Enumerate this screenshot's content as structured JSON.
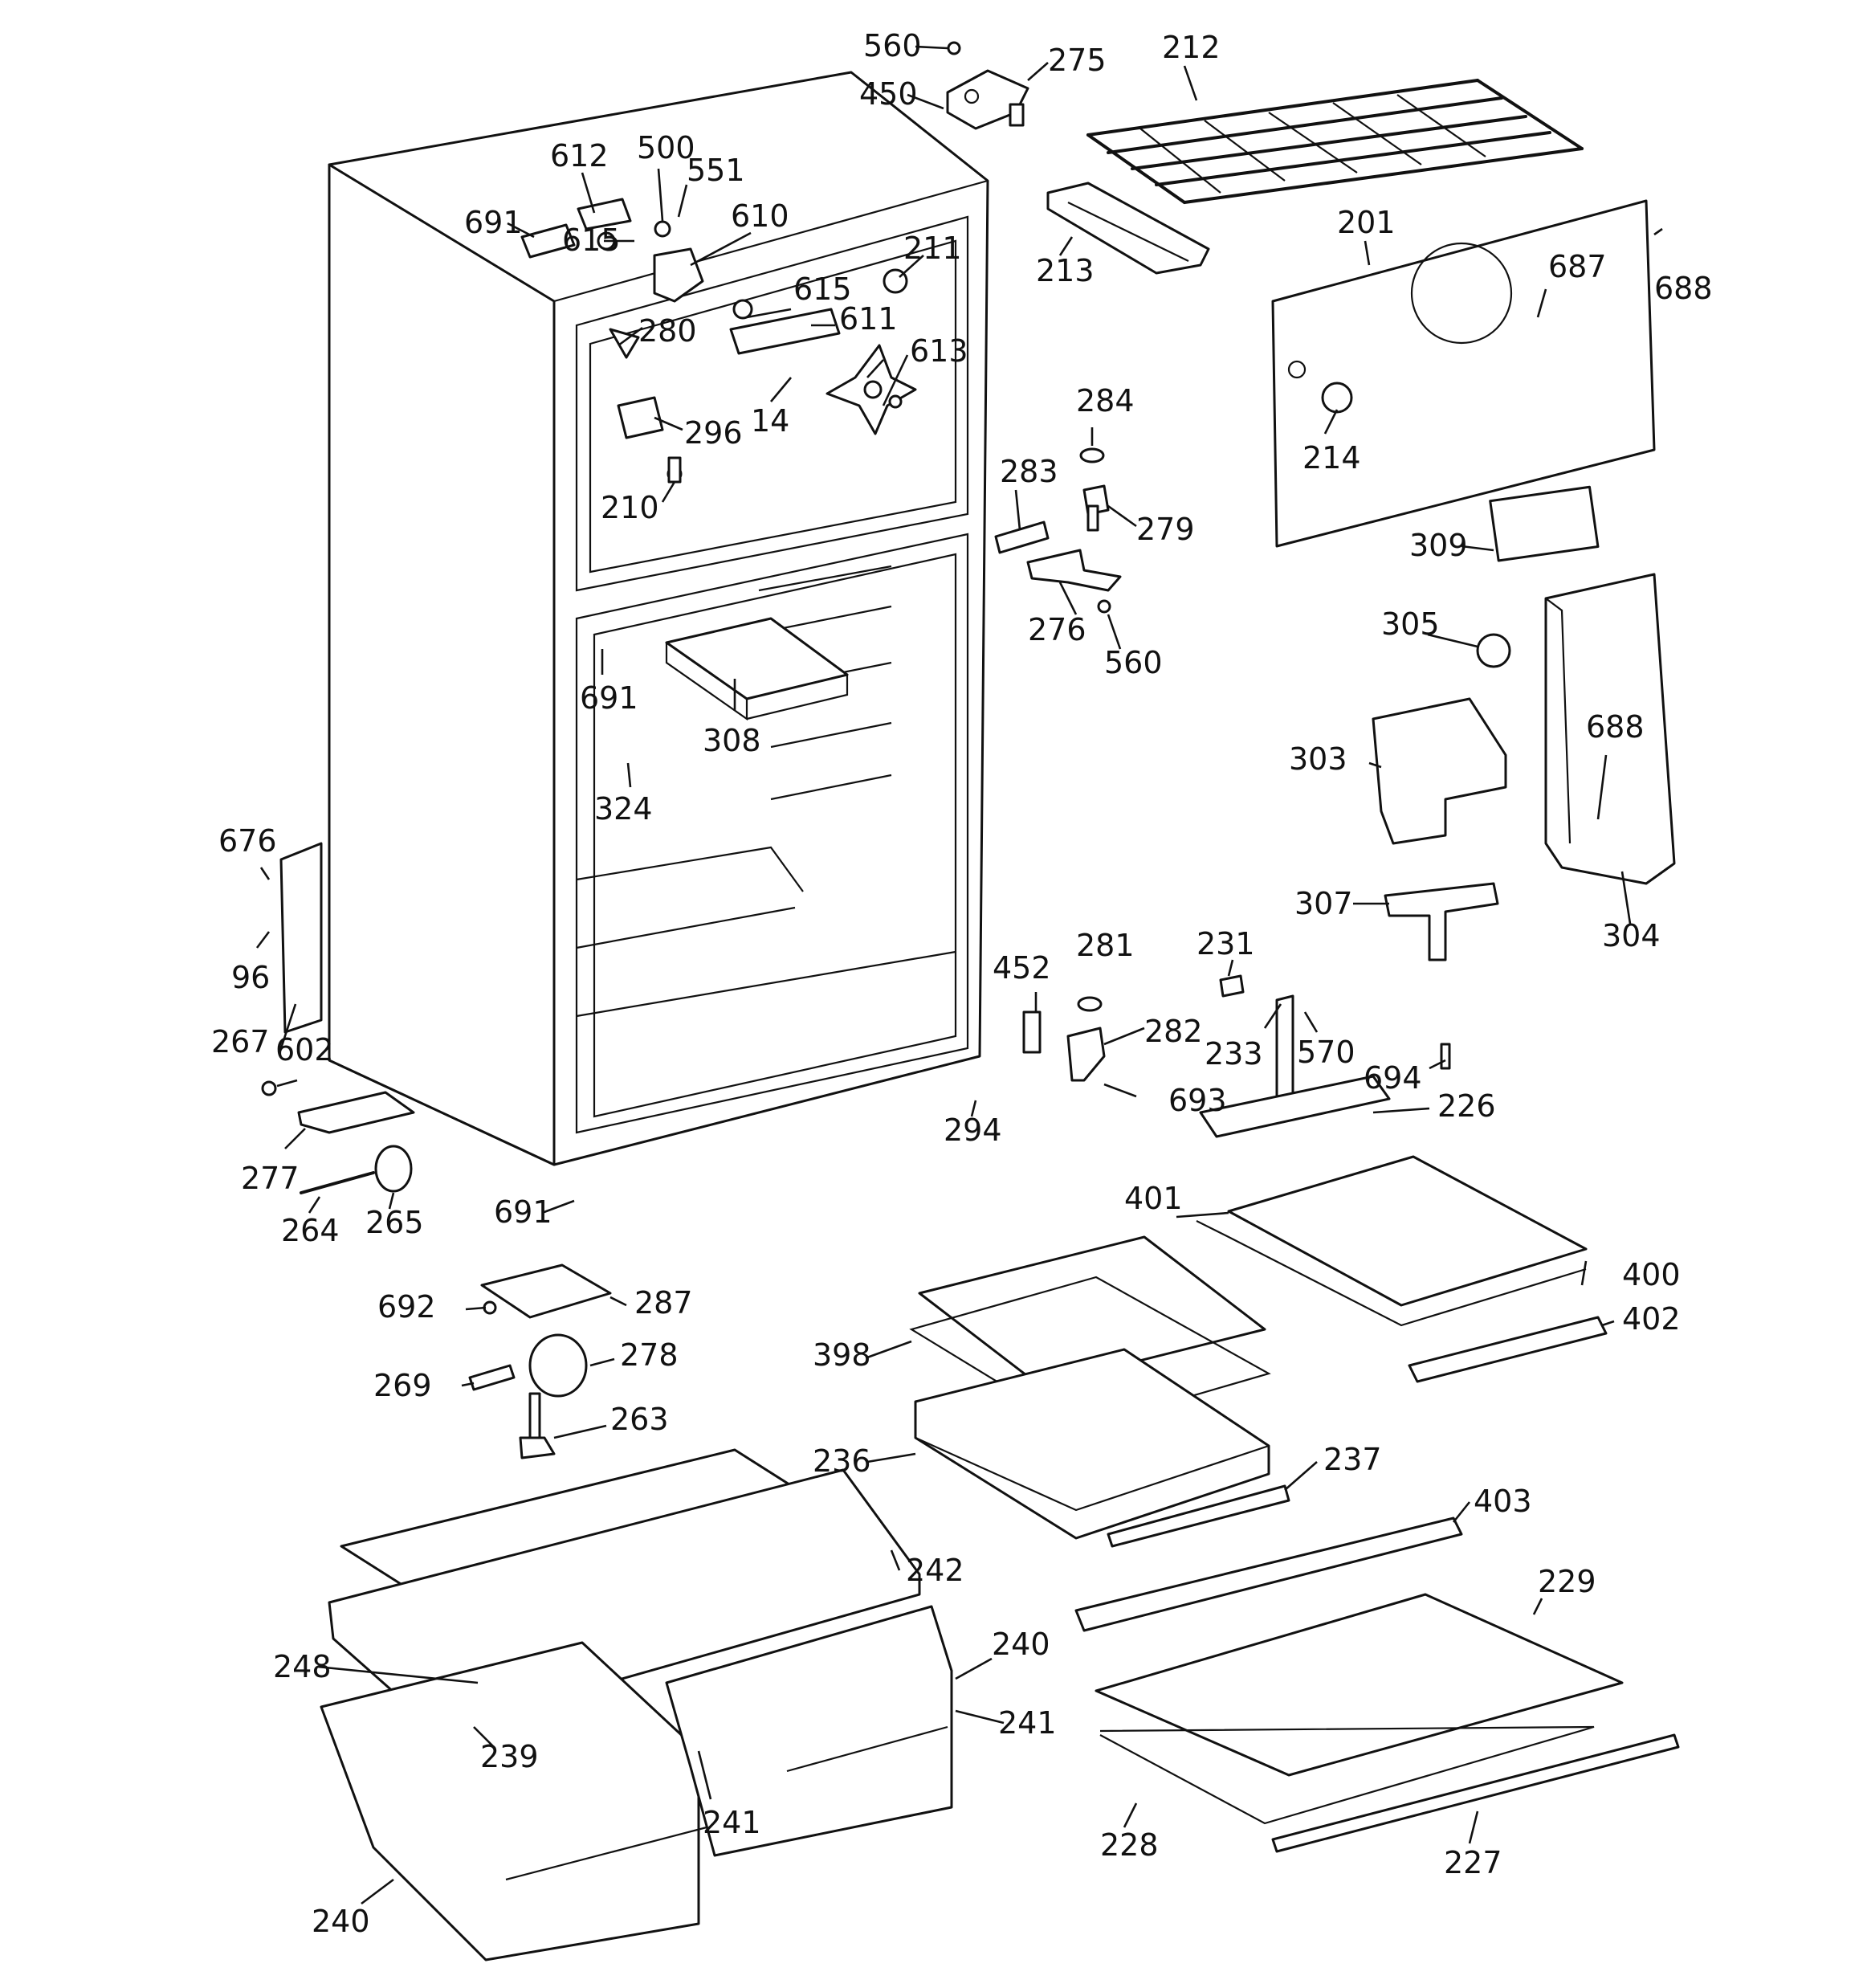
{
  "diagram": {
    "title": "",
    "callouts": [
      {
        "id": "c560a",
        "text": "560"
      },
      {
        "id": "c275",
        "text": "275"
      },
      {
        "id": "c450",
        "text": "450"
      },
      {
        "id": "c212",
        "text": "212"
      },
      {
        "id": "c612",
        "text": "612"
      },
      {
        "id": "c500",
        "text": "500"
      },
      {
        "id": "c551",
        "text": "551"
      },
      {
        "id": "c691a",
        "text": "691"
      },
      {
        "id": "c615a",
        "text": "615"
      },
      {
        "id": "c610",
        "text": "610"
      },
      {
        "id": "c211",
        "text": "211"
      },
      {
        "id": "c615b",
        "text": "615"
      },
      {
        "id": "c611",
        "text": "611"
      },
      {
        "id": "c280",
        "text": "280"
      },
      {
        "id": "c613",
        "text": "613"
      },
      {
        "id": "c14",
        "text": "14"
      },
      {
        "id": "c296",
        "text": "296"
      },
      {
        "id": "c210",
        "text": "210"
      },
      {
        "id": "c213",
        "text": "213"
      },
      {
        "id": "c201",
        "text": "201"
      },
      {
        "id": "c687",
        "text": "687"
      },
      {
        "id": "c688a",
        "text": "688"
      },
      {
        "id": "c214",
        "text": "214"
      },
      {
        "id": "c284",
        "text": "284"
      },
      {
        "id": "c283",
        "text": "283"
      },
      {
        "id": "c279",
        "text": "279"
      },
      {
        "id": "c309",
        "text": "309"
      },
      {
        "id": "c276",
        "text": "276"
      },
      {
        "id": "c560b",
        "text": "560"
      },
      {
        "id": "c305",
        "text": "305"
      },
      {
        "id": "c691b",
        "text": "691"
      },
      {
        "id": "c308",
        "text": "308"
      },
      {
        "id": "c303",
        "text": "303"
      },
      {
        "id": "c688b",
        "text": "688"
      },
      {
        "id": "c324",
        "text": "324"
      },
      {
        "id": "c676",
        "text": "676"
      },
      {
        "id": "c307",
        "text": "307"
      },
      {
        "id": "c304",
        "text": "304"
      },
      {
        "id": "c96",
        "text": "96"
      },
      {
        "id": "c452",
        "text": "452"
      },
      {
        "id": "c281",
        "text": "281"
      },
      {
        "id": "c231",
        "text": "231"
      },
      {
        "id": "c267",
        "text": "267"
      },
      {
        "id": "c602",
        "text": "602"
      },
      {
        "id": "c282",
        "text": "282"
      },
      {
        "id": "c233",
        "text": "233"
      },
      {
        "id": "c570",
        "text": "570"
      },
      {
        "id": "c694",
        "text": "694"
      },
      {
        "id": "c693",
        "text": "693"
      },
      {
        "id": "c294",
        "text": "294"
      },
      {
        "id": "c226",
        "text": "226"
      },
      {
        "id": "c277",
        "text": "277"
      },
      {
        "id": "c264",
        "text": "264"
      },
      {
        "id": "c265",
        "text": "265"
      },
      {
        "id": "c691c",
        "text": "691"
      },
      {
        "id": "c401",
        "text": "401"
      },
      {
        "id": "c400",
        "text": "400"
      },
      {
        "id": "c402",
        "text": "402"
      },
      {
        "id": "c692",
        "text": "692"
      },
      {
        "id": "c287",
        "text": "287"
      },
      {
        "id": "c398",
        "text": "398"
      },
      {
        "id": "c278",
        "text": "278"
      },
      {
        "id": "c269",
        "text": "269"
      },
      {
        "id": "c263",
        "text": "263"
      },
      {
        "id": "c236",
        "text": "236"
      },
      {
        "id": "c237",
        "text": "237"
      },
      {
        "id": "c403",
        "text": "403"
      },
      {
        "id": "c242",
        "text": "242"
      },
      {
        "id": "c229",
        "text": "229"
      },
      {
        "id": "c248",
        "text": "248"
      },
      {
        "id": "c240a",
        "text": "240"
      },
      {
        "id": "c241a",
        "text": "241"
      },
      {
        "id": "c239",
        "text": "239"
      },
      {
        "id": "c241b",
        "text": "241"
      },
      {
        "id": "c228",
        "text": "228"
      },
      {
        "id": "c227",
        "text": "227"
      },
      {
        "id": "c240b",
        "text": "240"
      }
    ]
  }
}
